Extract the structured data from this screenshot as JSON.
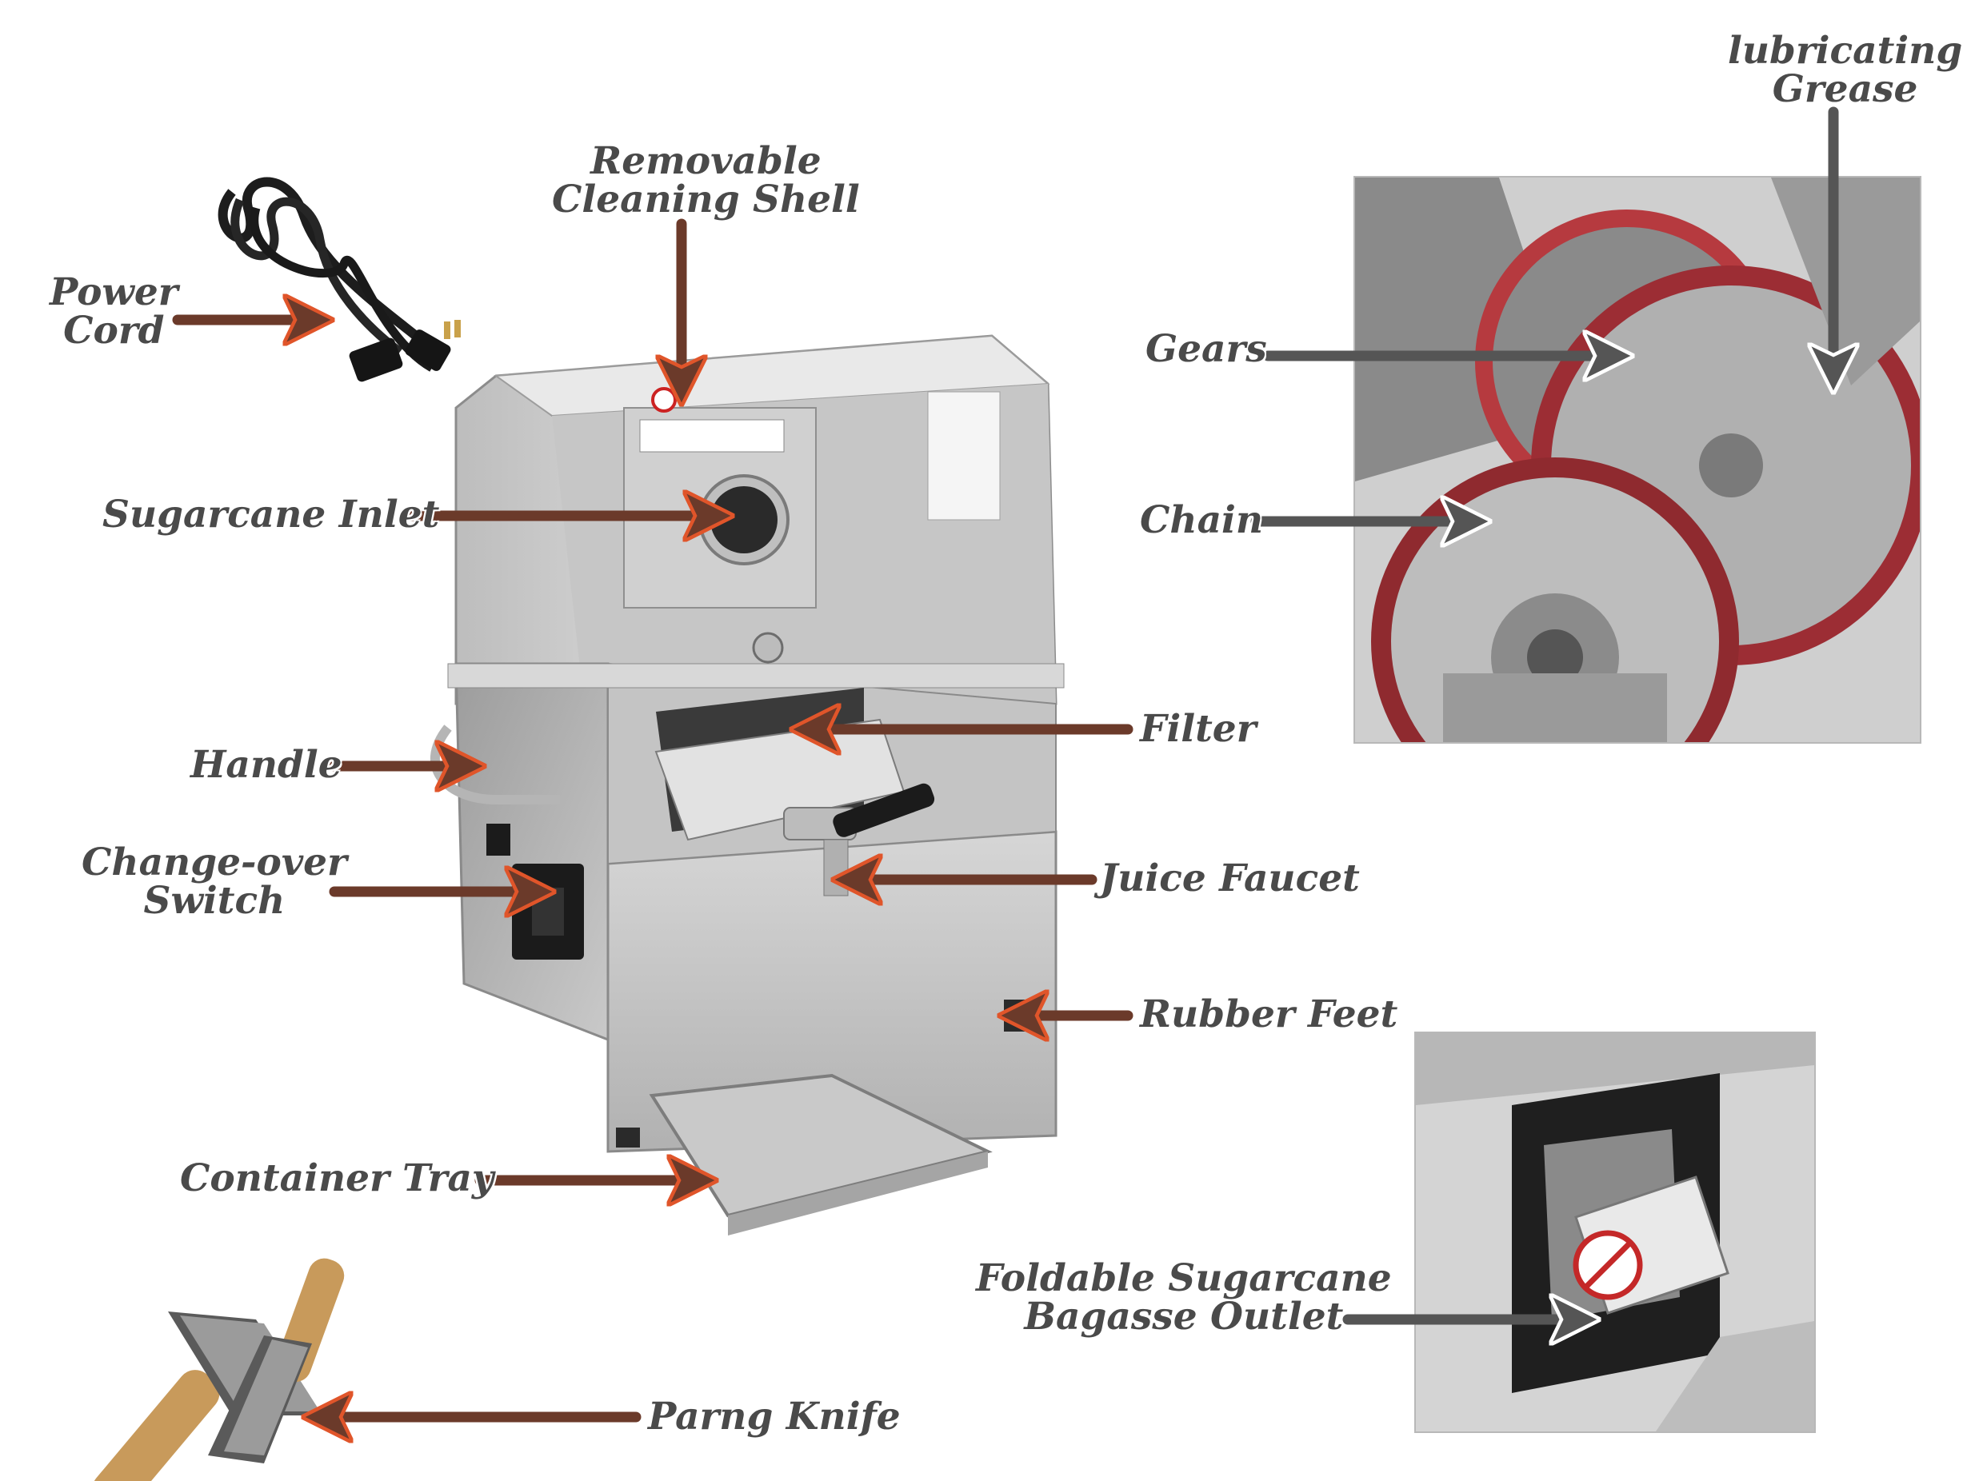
{
  "labels": {
    "power_cord": [
      "Power",
      "Cord"
    ],
    "cleaning_shell": [
      "Removable",
      "Cleaning Shell"
    ],
    "sugarcane_inlet": "Sugarcane Inlet",
    "handle": "Handle",
    "change_over_switch": [
      "Change-over",
      "Switch"
    ],
    "container_tray": "Container Tray",
    "parng_knife": "Parng Knife",
    "filter": "Filter",
    "juice_faucet": "Juice Faucet",
    "rubber_feet": "Rubber Feet",
    "gears": "Gears",
    "chain": "Chain",
    "lubricating_grease": [
      "lubricating",
      "Grease"
    ],
    "bagasse_outlet": [
      "Foldable Sugarcane",
      "Bagasse Outlet"
    ]
  },
  "colors": {
    "label_text": "#4a4a4a",
    "arrow_fill": "#6b3a2a",
    "arrow_outline": "#e0552a",
    "gray_arrow_fill": "#555555",
    "steel_light": "#d9d9d9",
    "steel_dark": "#9a9a9a"
  }
}
